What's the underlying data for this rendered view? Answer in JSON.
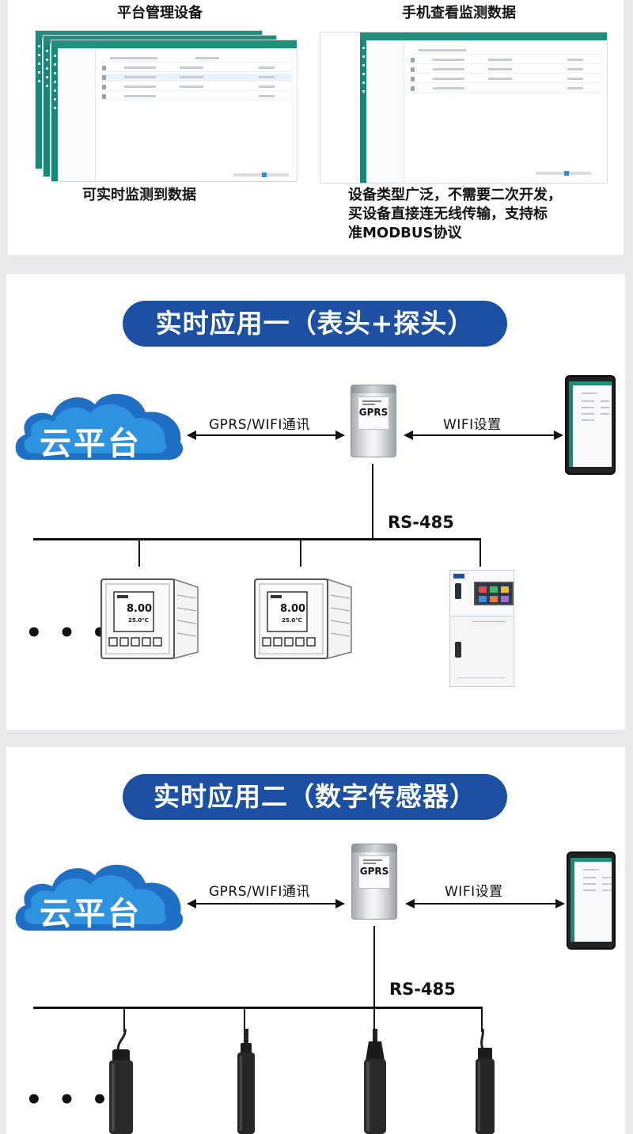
{
  "section_top": {
    "caption_manage": "平台管理设备",
    "caption_phone": "手机查看监测数据",
    "caption_realtime": "可实时监测到数据",
    "caption_types": [
      "设备类型广泛，不需要二次开发，",
      "买设备直接连无线传输，支持标",
      "准MODBUS协议"
    ]
  },
  "app1": {
    "banner": "实时应用一（表头+探头）",
    "cloud": "云平台",
    "gprs_label": "GPRS/WIFI通讯",
    "wifi_label": "WIFI设置",
    "gateway_label": "GPRS",
    "bus_label": "RS-485",
    "more": "• • •",
    "meter_value": "8.00",
    "meter_temp": "25.0℃"
  },
  "app2": {
    "banner": "实时应用二（数字传感器）",
    "cloud": "云平台",
    "gprs_label": "GPRS/WIFI通讯",
    "wifi_label": "WIFI设置",
    "gateway_label": "GPRS",
    "bus_label": "RS-485",
    "more": "• • •"
  },
  "colors": {
    "banner": "#1d4fa3",
    "cloud_outer": "#1f6fc4",
    "cloud_inner": "#2e92de",
    "platform_green": "#1f8f7d"
  }
}
